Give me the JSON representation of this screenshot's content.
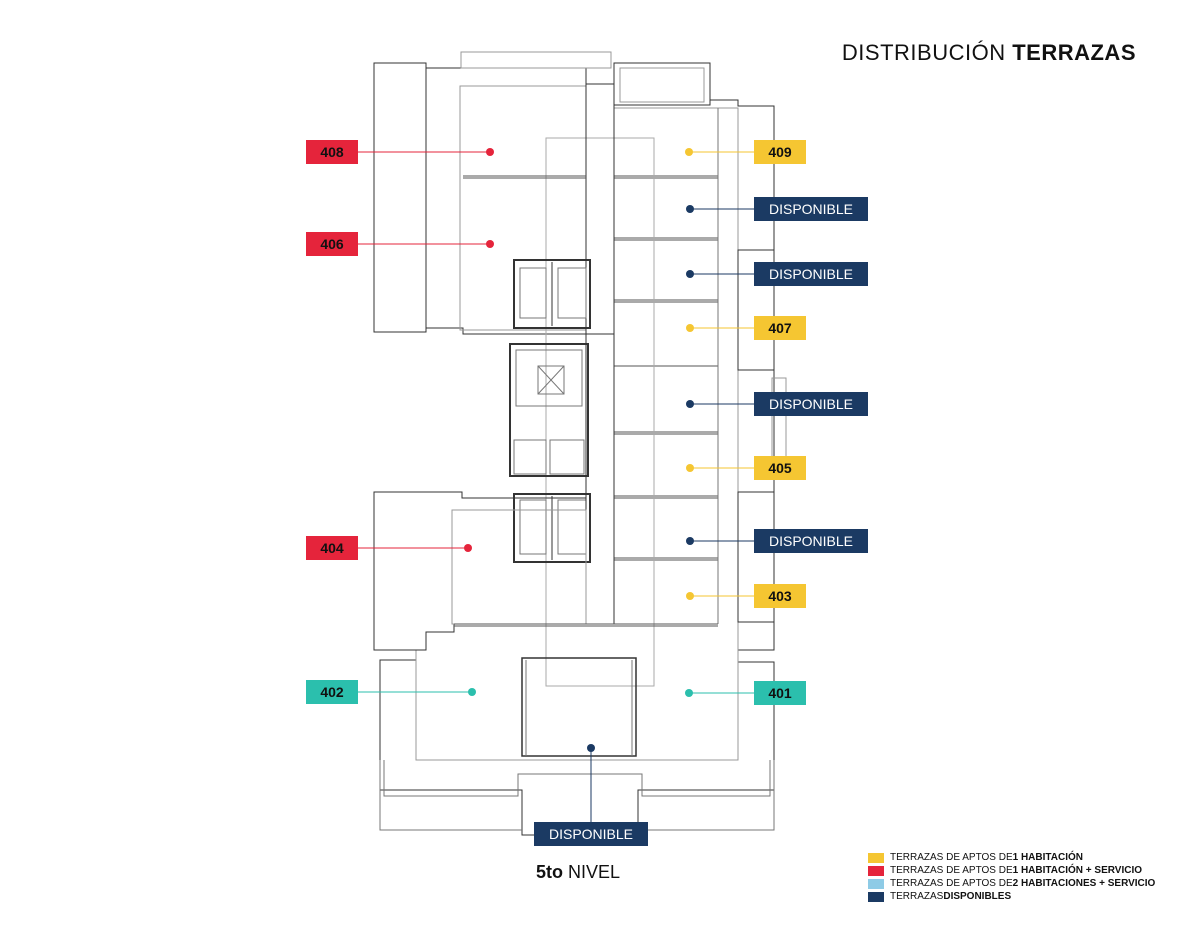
{
  "title": {
    "light": "DISTRIBUCIÓN",
    "bold": "TERRAZAS"
  },
  "level": {
    "bold": "5to",
    "light": "NIVEL"
  },
  "colors": {
    "red": "#e5243b",
    "yellow": "#f5c632",
    "teal": "#2bbfad",
    "navy": "#1b3a63",
    "legend_teal": "#8ecbe6"
  },
  "units": {
    "u408": "408",
    "u406": "406",
    "u404": "404",
    "u402": "402",
    "u409": "409",
    "u407": "407",
    "u405": "405",
    "u403": "403",
    "u401": "401",
    "disponible": "DISPONIBLE"
  },
  "legend": [
    {
      "prefix": "TERRAZAS DE APTOS DE ",
      "bold": "1 HABITACIÓN",
      "color": "#f5c632"
    },
    {
      "prefix": "TERRAZAS DE APTOS DE ",
      "bold": "1 HABITACIÓN + SERVICIO",
      "color": "#e5243b"
    },
    {
      "prefix": "TERRAZAS DE APTOS DE ",
      "bold": "2 HABITACIONES + SERVICIO",
      "color": "#8ecbe6"
    },
    {
      "prefix": "TERRAZAS ",
      "bold": "DISPONIBLES",
      "color": "#1b3a63"
    }
  ]
}
